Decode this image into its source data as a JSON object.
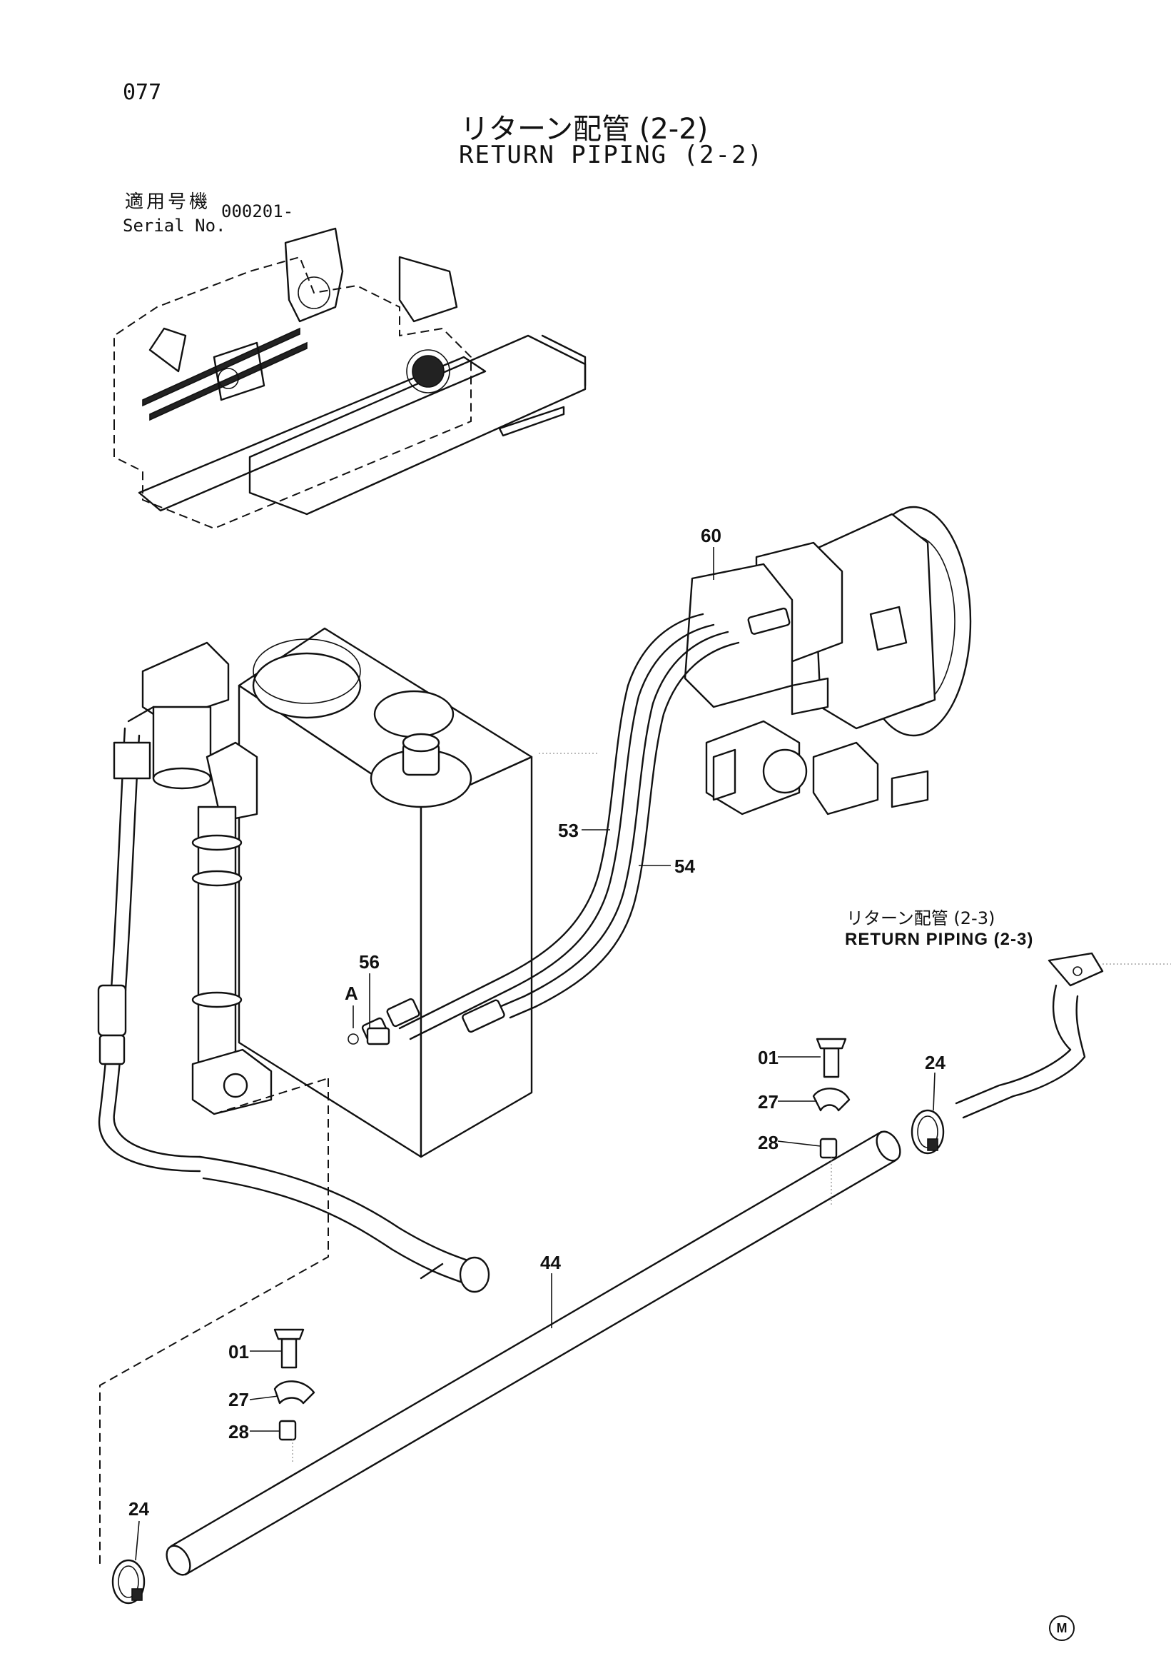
{
  "page_number": "077",
  "title": {
    "japanese": "リターン配管 (2-2)",
    "english": "RETURN PIPING (2-2)"
  },
  "serial": {
    "label_ja": "適用号機",
    "label_en": "Serial No.",
    "value": "000201-"
  },
  "reference": {
    "label_ja": "リターン配管 (2-3)",
    "label_en": "RETURN PIPING (2-3)"
  },
  "view_marker": "A",
  "callouts": [
    "60",
    "53",
    "54",
    "56",
    "01",
    "27",
    "28",
    "24",
    "44",
    "01",
    "27",
    "28",
    "24"
  ],
  "footer_mark": "M"
}
